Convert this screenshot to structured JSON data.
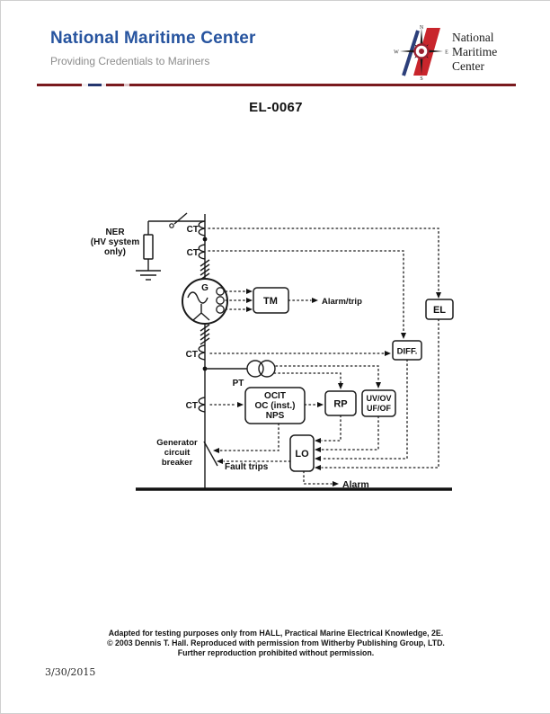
{
  "header": {
    "title": "National Maritime Center",
    "subtitle": "Providing Credentials to Mariners",
    "logo": {
      "line1": "National",
      "line2": "Maritime",
      "line3": "Center",
      "compass": {
        "n": "N",
        "w": "W",
        "e": "E",
        "s": "S"
      }
    },
    "colors": {
      "accent_blue": "#27549f",
      "rule_maroon": "#7a1a1e",
      "logo_red": "#c8252c",
      "logo_blue": "#2c3f7a"
    }
  },
  "doc": {
    "code": "EL-0067"
  },
  "diagram": {
    "ner": {
      "l1": "NER",
      "l2": "(HV system",
      "l3": "only)"
    },
    "ct1": "CT",
    "ct2": "CT",
    "ct3": "CT",
    "ct4": "CT",
    "generator": "G",
    "tm": "TM",
    "alarm_trip": "Alarm/trip",
    "el": "EL",
    "diff": "DIFF.",
    "pt": "PT",
    "ocit": {
      "l1": "OCIT",
      "l2": "OC (inst.)",
      "l3": "NPS"
    },
    "rp": "RP",
    "uvov": {
      "l1": "UV/OV",
      "l2": "UF/OF"
    },
    "lo": "LO",
    "gcb": {
      "l1": "Generator",
      "l2": "circuit",
      "l3": "breaker"
    },
    "fault_trips": "Fault trips",
    "alarm": "Alarm"
  },
  "footer": {
    "lines": [
      "Adapted for testing purposes only from HALL, Practical Marine Electrical Knowledge, 2E.",
      "© 2003 Dennis T. Hall. Reproduced with permission from Witherby Publishing Group, LTD.",
      "Further reproduction prohibited without permission."
    ],
    "date": "3/30/2015"
  }
}
